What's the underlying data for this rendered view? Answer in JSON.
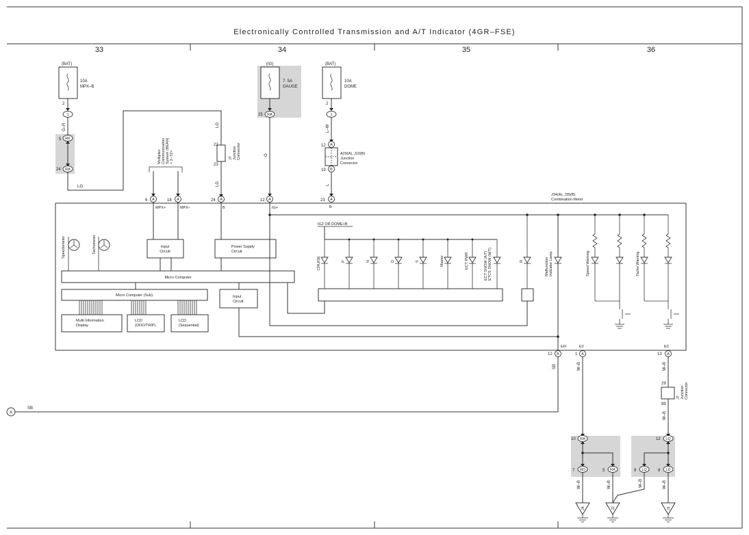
{
  "header": {
    "title": "Electronically Controlled Transmission and A/T Indicator (4GR–FSE)",
    "columns": [
      "33",
      "34",
      "35",
      "36"
    ]
  },
  "fuses": [
    {
      "source": "(BAT)",
      "rating": "10A",
      "name": "MPX–B",
      "pin": "2",
      "conn": "1"
    },
    {
      "source": "(IG)",
      "rating": "7. 5A",
      "name": "GAUGE",
      "pin": "25",
      "conn": "RA"
    },
    {
      "source": "(BAT)",
      "rating": "10A",
      "name": "DOME",
      "pin": "2",
      "conn": "1"
    }
  ],
  "wires": {
    "g_r": "G–R",
    "lg": "LG",
    "o": "O",
    "l_w": "L–W",
    "l": "L",
    "sb": "SB",
    "w_b": "W–B",
    "b": "B"
  },
  "connectors": {
    "rk": "RK",
    "ra": "RA",
    "rd": "RD",
    "lq": "LQ",
    "ld": "LD",
    "a": "A",
    "b": "B",
    "pin_5": "5",
    "pin_24": "24",
    "pin_22": "22",
    "pin_23": "23",
    "pin_12": "12",
    "pin_19": "19",
    "pin_6": "6",
    "pin_18": "18",
    "pin_1": "1",
    "pin_13": "13",
    "pin_29": "29",
    "pin_89": "89",
    "pin_10": "10",
    "pin_7": "7",
    "pin_9": "9",
    "pin_8": "8"
  },
  "labels": {
    "mpx_lines": [
      "Multiplex",
      "Communication",
      "System (BEAN)",
      "< 2–72>"
    ],
    "j7_junction": [
      "J7",
      "Junction",
      "Connector"
    ],
    "a29_junction": [
      "A29(A), J10(B)",
      "Junction",
      "Connector"
    ],
    "meter_name": [
      "J34(A), J35(B)",
      "Combination Meter"
    ],
    "j7_lower": [
      "J7",
      "Junction",
      "Connector"
    ]
  },
  "meter": {
    "pins": {
      "mpx_plus": "MPX+",
      "mpx_minus": "MPX–",
      "b": "B",
      "ig_plus": "IG+",
      "efi": "EFI",
      "e2": "E2",
      "e0": "E0"
    },
    "speedometer": "Speedometer",
    "tachometer": "Tachometer",
    "input_circuit": [
      "Input",
      "Circuit"
    ],
    "power_supply": [
      "Power Supply",
      "Circuit"
    ],
    "micro_computer": "Micro Computer",
    "micro_computer_sub": "Micro Computer (Sub)",
    "input_circuit_2": [
      "Input",
      "Circuit"
    ],
    "multi_info": [
      "Multi Information",
      "Display"
    ],
    "lcd_odo": [
      "LCD",
      "(ODO/TRIP)"
    ],
    "lcd_seq": [
      "LCD",
      "(Sequential)"
    ],
    "ig2_label": "IG2 OR DOME+B",
    "indicators": [
      "CRUISE",
      "P",
      "N",
      "D",
      "S",
      "Master",
      "ECT PWR",
      "ECT SNOW (A/T)",
      "ETCS SNOW (M/T)"
    ],
    "r_label": "R",
    "malfunction": [
      "Malfunction",
      "Indicator Lamp"
    ],
    "speed_warning": "Speed Warning",
    "tacho_warning": "Tacho Warning"
  },
  "grounds": [
    "J4",
    "J2",
    "J1"
  ],
  "side_connector": "A"
}
